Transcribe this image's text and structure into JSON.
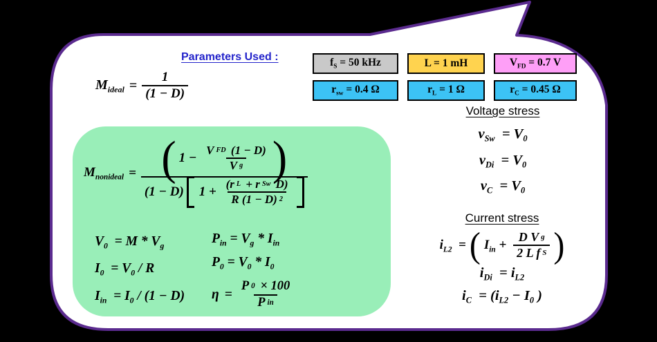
{
  "colors": {
    "background": "#000000",
    "bubble_fill": "#ffffff",
    "bubble_border": "#5b2b8f",
    "panel_green": "#99eeb8",
    "label_blue": "#2323cb",
    "box_gray": "#c9c9c9",
    "box_yellow": "#ffd34f",
    "box_pink": "#fe9ff7",
    "box_cyan": "#3cc3f5",
    "math_black": "#000000"
  },
  "parameters": {
    "label": "Parameters Used :",
    "boxes": [
      {
        "runs": [
          [
            "f"
          ],
          [
            "S",
            "sub"
          ],
          [
            " = 50 kHz"
          ]
        ]
      },
      {
        "runs": [
          [
            "L = 1 mH"
          ]
        ]
      },
      {
        "runs": [
          [
            "V"
          ],
          [
            "FD",
            "sub"
          ],
          [
            " = 0.7 V"
          ]
        ]
      },
      {
        "runs": [
          [
            "r"
          ],
          [
            "sw",
            "sub"
          ],
          [
            " = 0.4 Ω"
          ]
        ]
      },
      {
        "runs": [
          [
            "r"
          ],
          [
            "L",
            "sub"
          ],
          [
            " = 1 Ω"
          ]
        ]
      },
      {
        "runs": [
          [
            "r"
          ],
          [
            "C",
            "sub"
          ],
          [
            " = 0.45 Ω"
          ]
        ]
      }
    ]
  },
  "m_ideal": {
    "lhs": [
      [
        "M"
      ],
      [
        "ideal",
        "sub"
      ]
    ],
    "eq": "=",
    "num": [
      [
        "1"
      ]
    ],
    "den": [
      [
        "(1 − D)"
      ]
    ]
  },
  "m_nonideal": {
    "lhs": [
      [
        "M"
      ],
      [
        "nonideal",
        "sub"
      ]
    ],
    "eq": "=",
    "open_paren": "(",
    "close_paren": ")",
    "num_pre": [
      [
        "1 − "
      ]
    ],
    "num_frac_num": [
      [
        "V"
      ],
      [
        "FD",
        "sub"
      ],
      [
        " (1 − D)"
      ]
    ],
    "num_frac_den": [
      [
        "V"
      ],
      [
        "g",
        "sub"
      ]
    ],
    "den_pre": [
      [
        "(1 − D)"
      ]
    ],
    "den_inner_pre": [
      [
        "1 + "
      ]
    ],
    "den_frac_num": [
      [
        "(r"
      ],
      [
        "L",
        "sub"
      ],
      [
        " + r"
      ],
      [
        "Sw",
        "sub"
      ],
      [
        " D)"
      ]
    ],
    "den_frac_den": [
      [
        "R (1 − D)"
      ],
      [
        "2",
        "sup"
      ]
    ]
  },
  "left_eqs": [
    [
      [
        "V"
      ],
      [
        "0",
        "sub"
      ],
      [
        "  = M * V"
      ],
      [
        "g",
        "sub"
      ]
    ],
    [
      [
        "I"
      ],
      [
        "0",
        "sub"
      ],
      [
        "  = V"
      ],
      [
        "0",
        "sub"
      ],
      [
        " / R"
      ]
    ],
    [
      [
        "I"
      ],
      [
        "in",
        "sub"
      ],
      [
        "  = I"
      ],
      [
        "0",
        "sub"
      ],
      [
        " / (1 − D)"
      ]
    ]
  ],
  "right_eqs": [
    [
      [
        "P"
      ],
      [
        "in",
        "sub"
      ],
      [
        " = V"
      ],
      [
        "g",
        "sub"
      ],
      [
        " * I"
      ],
      [
        "in",
        "sub"
      ]
    ],
    [
      [
        "P"
      ],
      [
        "0",
        "sub"
      ],
      [
        " = V"
      ],
      [
        "0",
        "sub"
      ],
      [
        " * I"
      ],
      [
        "0",
        "sub"
      ]
    ]
  ],
  "eta": {
    "lhs": [
      [
        "η"
      ]
    ],
    "eq": "=",
    "num": [
      [
        "P"
      ],
      [
        "0",
        "sub"
      ],
      [
        " × 100"
      ]
    ],
    "den": [
      [
        "P"
      ],
      [
        "in",
        "sub"
      ]
    ]
  },
  "voltage_stress": {
    "title": "Voltage stress",
    "eqs": [
      [
        [
          "v"
        ],
        [
          "Sw",
          "sub"
        ],
        [
          "  = V"
        ],
        [
          "0",
          "sub"
        ]
      ],
      [
        [
          "v"
        ],
        [
          "Di",
          "sub"
        ],
        [
          "  = V"
        ],
        [
          "0",
          "sub"
        ]
      ],
      [
        [
          "v"
        ],
        [
          "C",
          "sub"
        ],
        [
          "  = V"
        ],
        [
          "0",
          "sub"
        ]
      ]
    ]
  },
  "current_stress": {
    "title": "Current stress",
    "il2": {
      "lhs": [
        [
          "i"
        ],
        [
          "L2",
          "sub"
        ],
        [
          "  ="
        ]
      ],
      "open": "(",
      "close": ")",
      "inner_pre": [
        [
          "I"
        ],
        [
          "in",
          "sub"
        ],
        [
          " + "
        ]
      ],
      "frac_num": [
        [
          "D V"
        ],
        [
          "g",
          "sub"
        ]
      ],
      "frac_den": [
        [
          "2 L f"
        ],
        [
          "S",
          "sub"
        ]
      ]
    },
    "eqs": [
      [
        [
          "i"
        ],
        [
          "Di",
          "sub"
        ],
        [
          "  = i"
        ],
        [
          "L2",
          "sub"
        ]
      ],
      [
        [
          "i"
        ],
        [
          "C",
          "sub"
        ],
        [
          "  = (i"
        ],
        [
          "L2",
          "sub"
        ],
        [
          " − I"
        ],
        [
          "0",
          "sub"
        ],
        [
          " )"
        ]
      ]
    ]
  }
}
